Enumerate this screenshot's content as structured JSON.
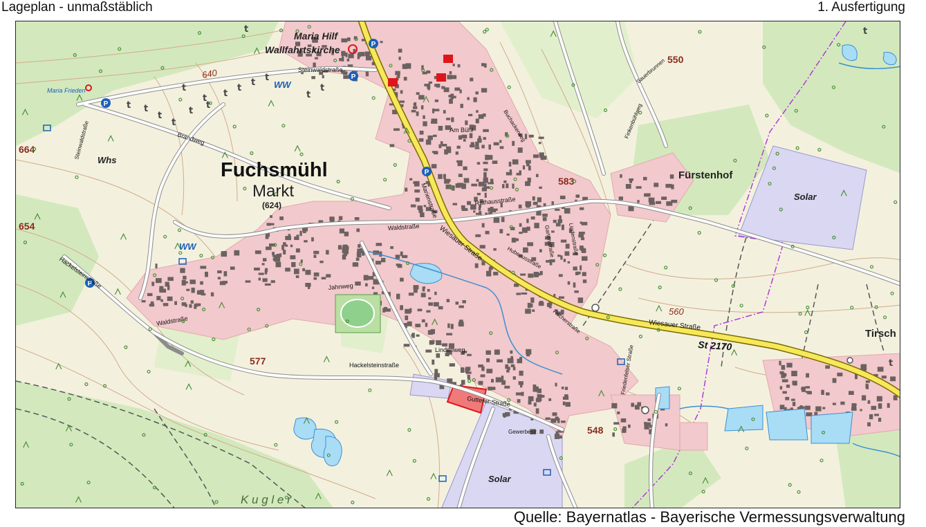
{
  "header": {
    "left": "Lageplan - unmaßstäblich",
    "right": "1. Ausfertigung"
  },
  "source": "Quelle: Bayernatlas - Bayerische Vermessungsverwaltung",
  "colors": {
    "settlement": "#f2c9cc",
    "meadow": "#eef3dc",
    "forest": "#cfe8b8",
    "solar": "#d9d7f2",
    "water": "#a9dcf5",
    "main_road": "#f7e85a",
    "highlight": "#f07a7a",
    "boundary": "#b23bd6",
    "contour": "#c89a7a",
    "height_label": "#8b2b1e"
  },
  "map": {
    "town": {
      "name": "Fuchsmühl",
      "type": "Markt",
      "elevation": "(624)"
    },
    "places": {
      "maria_hilf": "Maria Hilf",
      "wallfahrtskirche": "Wallfahrtskirche",
      "maria_frieden": "Maria Frieden",
      "whs": "Whs",
      "fuerstenhof": "Fürstenhof",
      "tirsch": "Tirsch",
      "kugler": "K u g l e r"
    },
    "solar_label": "Solar",
    "elevations": [
      "664",
      "654",
      "640",
      "550",
      "583",
      "560",
      "577",
      "548"
    ],
    "road_number": "St 2170",
    "water_works": "WW",
    "streets": {
      "wiesauer": "Wiesauer Straße",
      "wiesauer_east": "Wiesauer Straße",
      "marienstrasse": "Marienstraße",
      "waldstrasse": "Waldstraße",
      "waldstrasse_w": "Waldstraße",
      "hackelstein": "Hackelsteinstraße",
      "hackelstein_w": "Hackelsteinstraße",
      "brandweg": "Brandweg",
      "steinwald": "Steinwaldstraße",
      "steinwald_n": "Steinwaldstraße",
      "jahnweg": "Jahnweg",
      "lindenweg": "Lindenweg",
      "gutter": "Gutterer-Straße",
      "rathaus": "Rathausstraße",
      "hubertus": "Hubertusstraße",
      "garten": "Gartenstraße",
      "linden": "Lindenstraße",
      "fisch": "Fischerstraße",
      "friedenfels": "Friedenfelser Straße",
      "sauerbrunnen": "Sauerbrunnen",
      "finkenbuehl": "Finkenbühlweg",
      "amberg": "Am Bühl",
      "buchacker": "Buchackerweg",
      "jahn": "Jahnweg",
      "gewerbe": "Gewerbestr."
    }
  }
}
